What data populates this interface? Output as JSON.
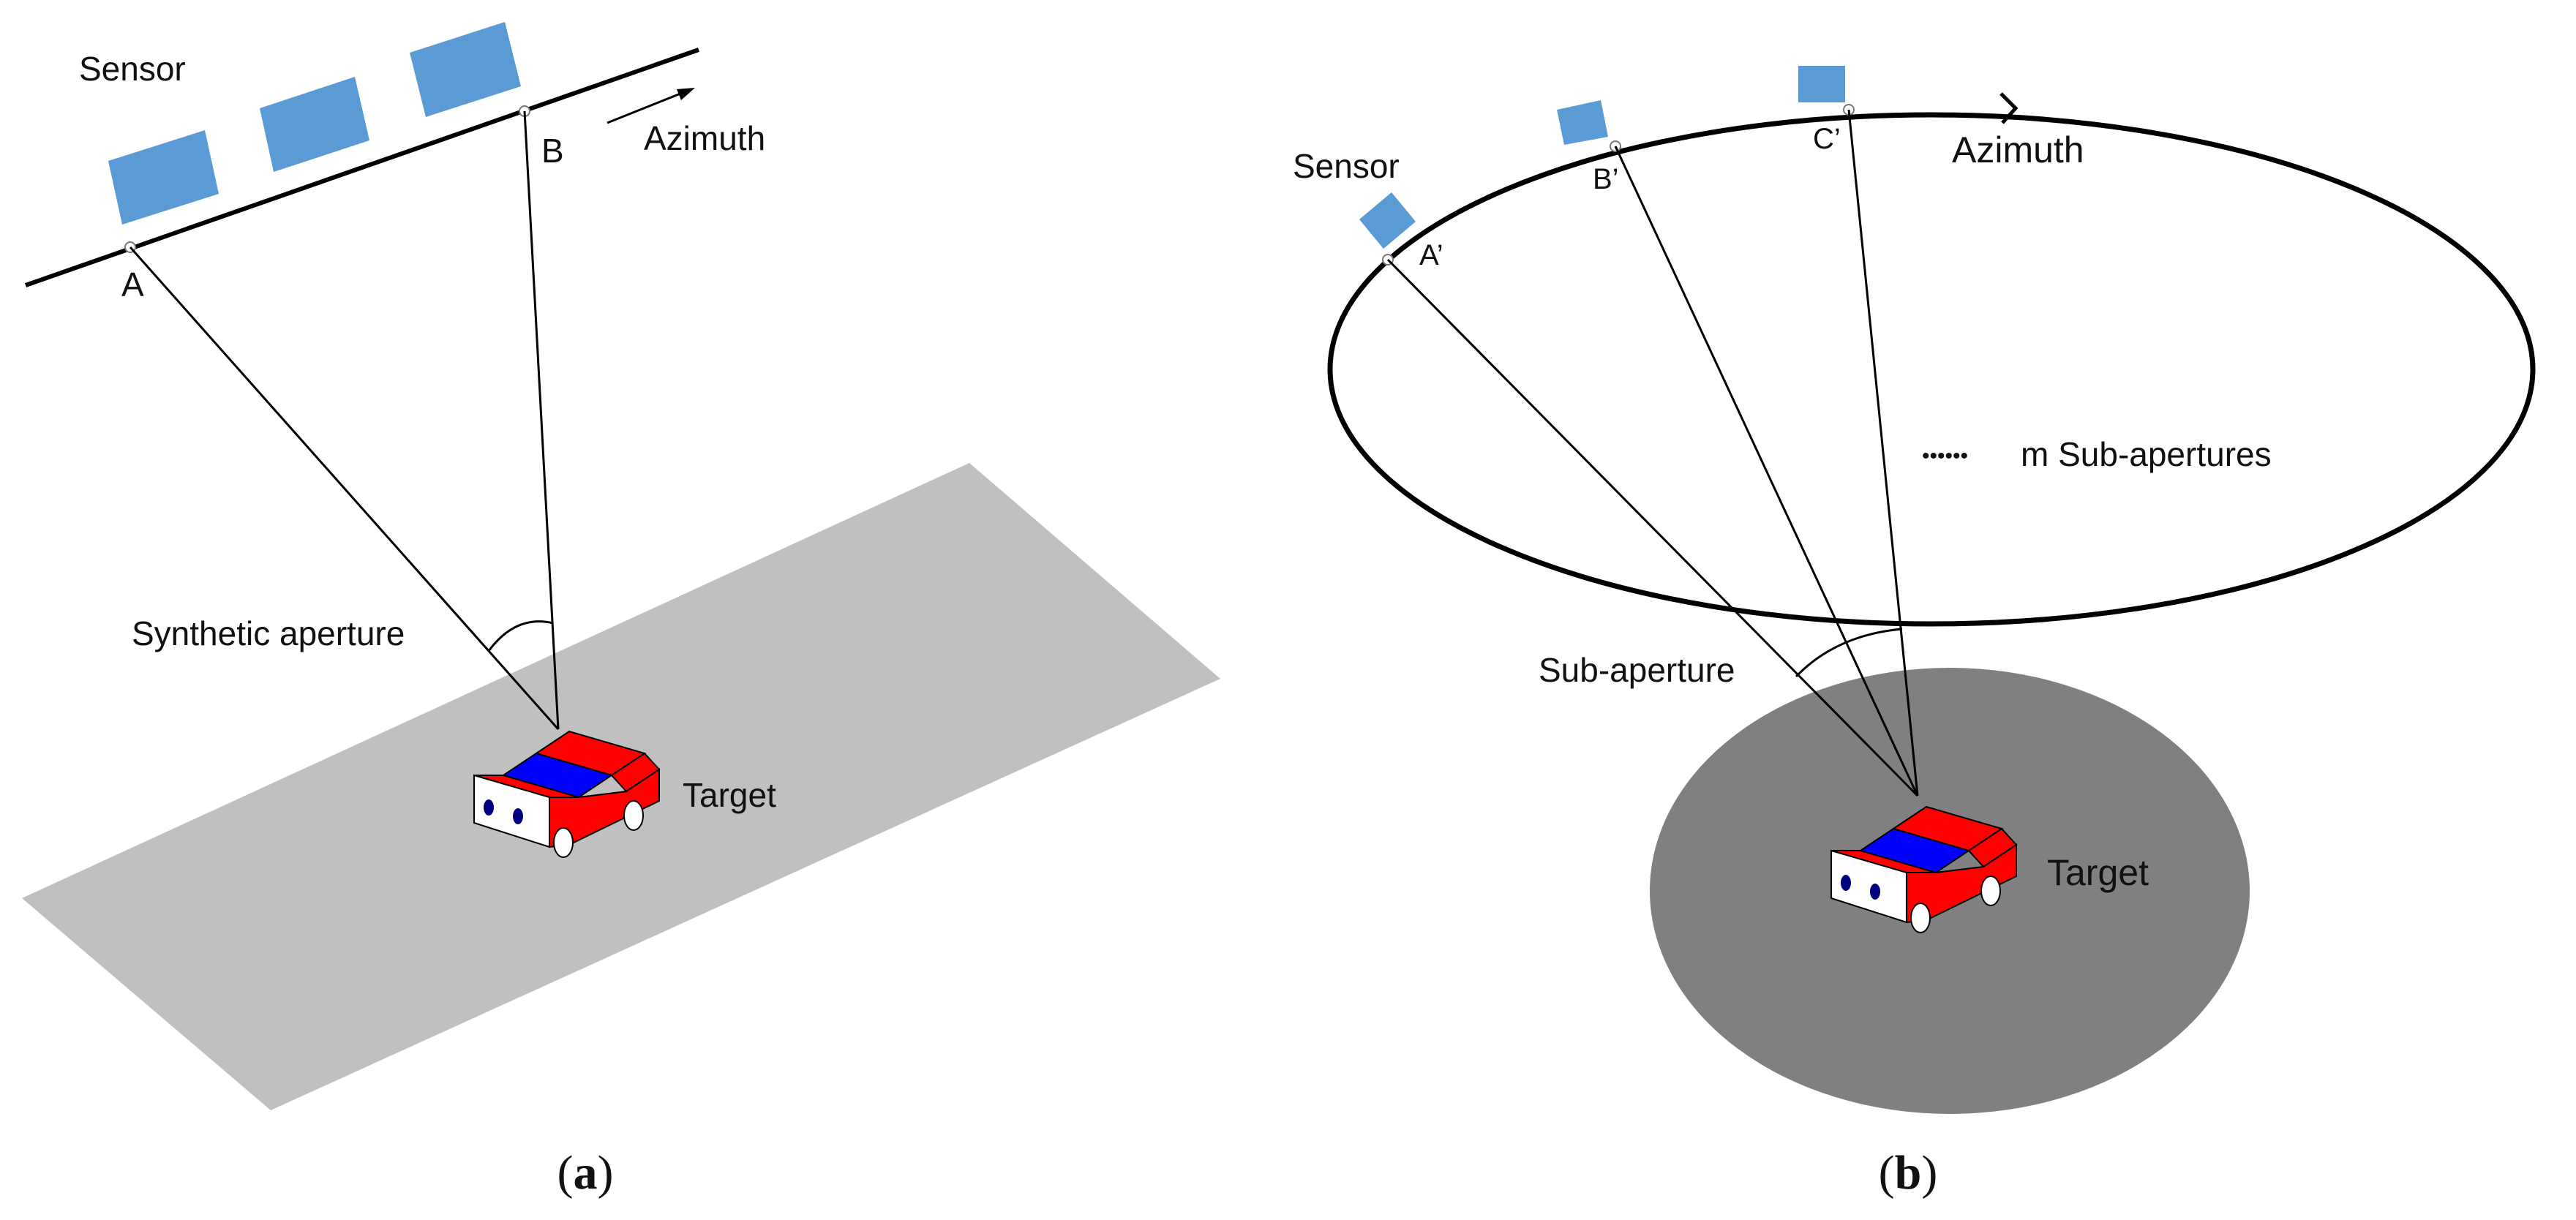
{
  "panel_a": {
    "sensor_label": "Sensor",
    "point_a": "A",
    "point_b": "B",
    "azimuth_label": "Azimuth",
    "aperture_label": "Synthetic aperture",
    "target_label": "Target",
    "caption_open": "(",
    "caption_letter": "a",
    "caption_close": ")"
  },
  "panel_b": {
    "sensor_label": "Sensor",
    "point_a": "A’",
    "point_b": "B’",
    "point_c": "C’",
    "azimuth_label": "Azimuth",
    "subapertures_dots": "••••••",
    "subapertures_label": "m  Sub-apertures",
    "subaperture_label": "Sub-aperture",
    "target_label": "Target",
    "caption_open": "(",
    "caption_letter": "b",
    "caption_close": ")"
  },
  "colors": {
    "sensor_blue": "#5b9bd5",
    "ground_light_gray": "#c0c0c0",
    "ground_dark_gray": "#808080",
    "car_red": "#ff0000",
    "car_blue": "#0000ff",
    "line_black": "#000000"
  }
}
